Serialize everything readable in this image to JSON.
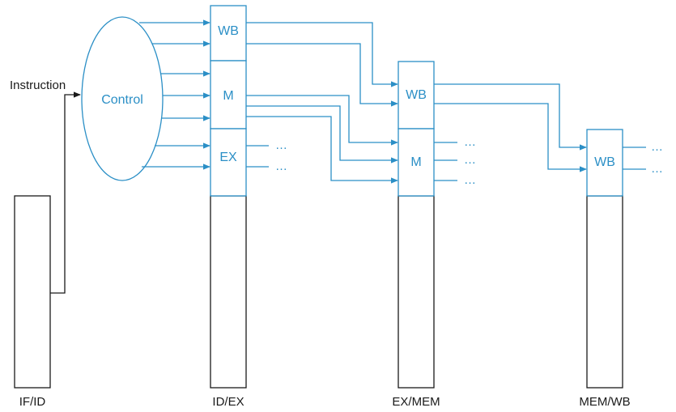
{
  "colors": {
    "control_blue": "#2b8fc6",
    "register_black": "#1a1a1a"
  },
  "control": {
    "label": "Control",
    "input_label": "Instruction"
  },
  "stages": {
    "id_ex": {
      "wb": "WB",
      "m": "M",
      "ex": "EX"
    },
    "ex_mem": {
      "wb": "WB",
      "m": "M"
    },
    "mem_wb": {
      "wb": "WB"
    }
  },
  "continuation": "…",
  "registers": {
    "if_id": "IF/ID",
    "id_ex": "ID/EX",
    "ex_mem": "EX/MEM",
    "mem_wb": "MEM/WB"
  }
}
